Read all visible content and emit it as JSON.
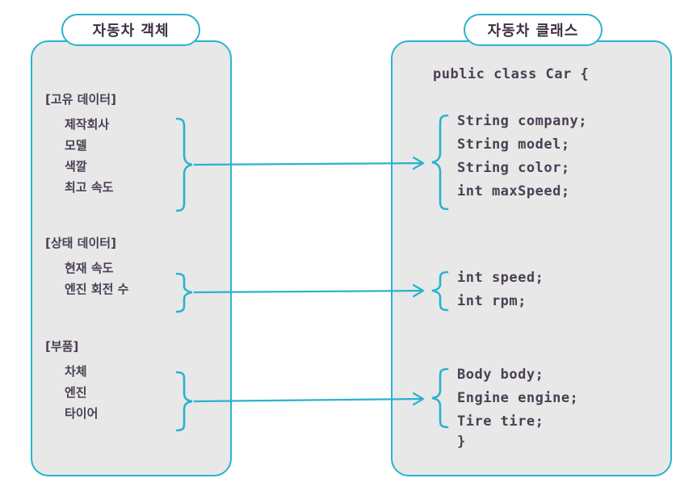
{
  "diagram": {
    "left_panel": {
      "title": "자동차 객체",
      "groups": [
        {
          "header": "[고유 데이터]",
          "items": [
            "제작회사",
            "모델",
            "색깔",
            "최고 속도"
          ]
        },
        {
          "header": "[상태 데이터]",
          "items": [
            "현재 속도",
            "엔진 회전 수"
          ]
        },
        {
          "header": "[부품]",
          "items": [
            "차체",
            "엔진",
            "타이어"
          ]
        }
      ]
    },
    "right_panel": {
      "title": "자동차 클래스",
      "class_declaration": "public class Car {",
      "closing_brace": "}",
      "code_groups": [
        {
          "lines": [
            "String company;",
            "String model;",
            "String color;",
            "int maxSpeed;"
          ]
        },
        {
          "lines": [
            "int speed;",
            "int rpm;"
          ]
        },
        {
          "lines": [
            "Body body;",
            "Engine engine;",
            "Tire tire;"
          ]
        }
      ]
    },
    "colors": {
      "accent": "#29b3cf",
      "panel_fill": "#e8e8e8",
      "text": "#4a3f52",
      "background": "#ffffff"
    }
  }
}
